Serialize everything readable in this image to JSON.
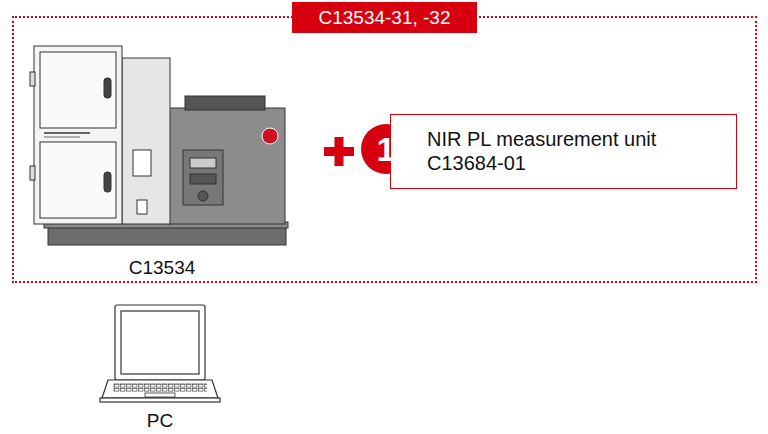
{
  "diagram": {
    "nodes": [
      {
        "text": [
          "C13534-31, -32"
        ]
      },
      {
        "text": [
          "C13534"
        ],
        "in": 0
      },
      {
        "text": [
          "NIR PL measurement unit C13684-01"
        ],
        "in": 0
      },
      {
        "text": [
          "PC"
        ]
      }
    ],
    "labels": [
      "1"
    ]
  }
}
